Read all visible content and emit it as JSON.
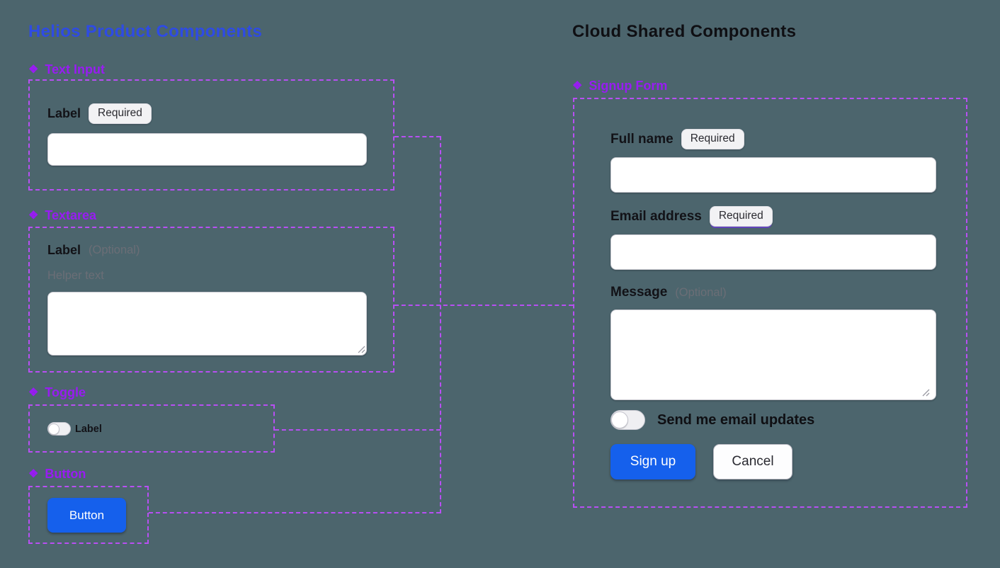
{
  "colors": {
    "background": "#4C656D",
    "helios_title_blue": "#2E4BE4",
    "cloud_title_black": "#0F0F13",
    "component_purple": "#981CF2",
    "dashed_outline_purple": "#B84FF3",
    "primary_button_blue": "#1560EC",
    "badge_glow_purple": "#7B3CFF"
  },
  "icons": {
    "component": "❖",
    "resize_handle": "resize-handle"
  },
  "helios": {
    "title": "Helios Product Components",
    "text_input": {
      "section_label": "Text Input",
      "label": "Label",
      "badge": "Required",
      "value": ""
    },
    "textarea": {
      "section_label": "Textarea",
      "label": "Label",
      "optional": "(Optional)",
      "helper": "Helper text",
      "value": ""
    },
    "toggle": {
      "section_label": "Toggle",
      "label": "Label",
      "state": "off"
    },
    "button": {
      "section_label": "Button",
      "label": "Button"
    }
  },
  "cloud": {
    "title": "Cloud Shared Components",
    "signup_form": {
      "section_label": "Signup Form",
      "full_name": {
        "label": "Full name",
        "badge": "Required",
        "value": ""
      },
      "email": {
        "label": "Email address",
        "badge": "Required",
        "value": ""
      },
      "message": {
        "label": "Message",
        "optional": "(Optional)",
        "value": ""
      },
      "email_updates": {
        "label": "Send me email updates",
        "state": "off"
      },
      "signup_button": "Sign up",
      "cancel_button": "Cancel"
    }
  }
}
